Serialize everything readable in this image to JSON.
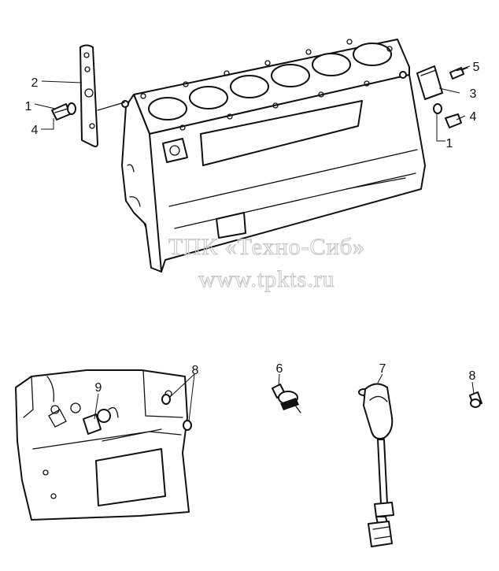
{
  "watermark": {
    "line1": "ТПК «Техно-Сиб»",
    "line2": "www.tpkts.ru"
  },
  "callouts": {
    "c1": "2",
    "c2": "1",
    "c3": "4",
    "c4": "5",
    "c5": "3",
    "c6": "4",
    "c7": "1",
    "c8": "9",
    "c9": "8",
    "c10": "6",
    "c11": "7",
    "c12": "8"
  },
  "colors": {
    "ink": "#111111",
    "paper": "#ffffff",
    "watermark": "#c8c8c8"
  }
}
